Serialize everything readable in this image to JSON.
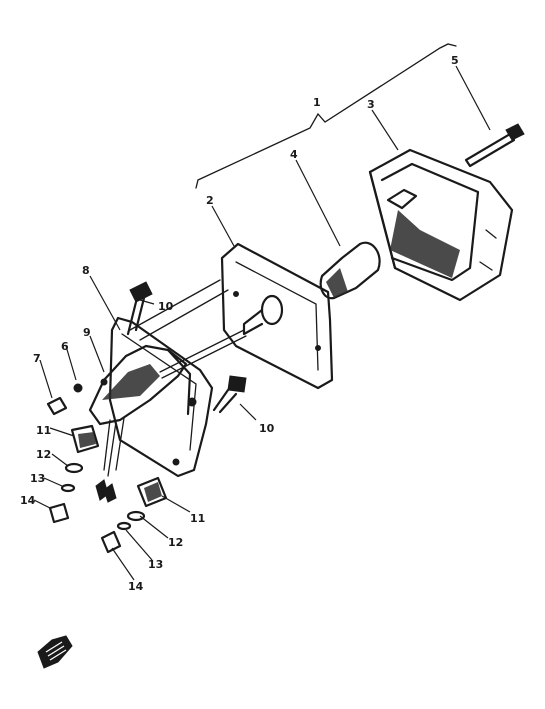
{
  "callouts": {
    "c1": "1",
    "c2": "2",
    "c3": "3",
    "c4": "4",
    "c5": "5",
    "c6": "6",
    "c7": "7",
    "c8": "8",
    "c9": "9",
    "c10a": "10",
    "c10b": "10",
    "c11a": "11",
    "c11b": "11",
    "c12a": "12",
    "c12b": "12",
    "c13a": "13",
    "c13b": "13",
    "c14a": "14",
    "c14b": "14"
  },
  "icons": {
    "corner": "page-corner-icon"
  }
}
